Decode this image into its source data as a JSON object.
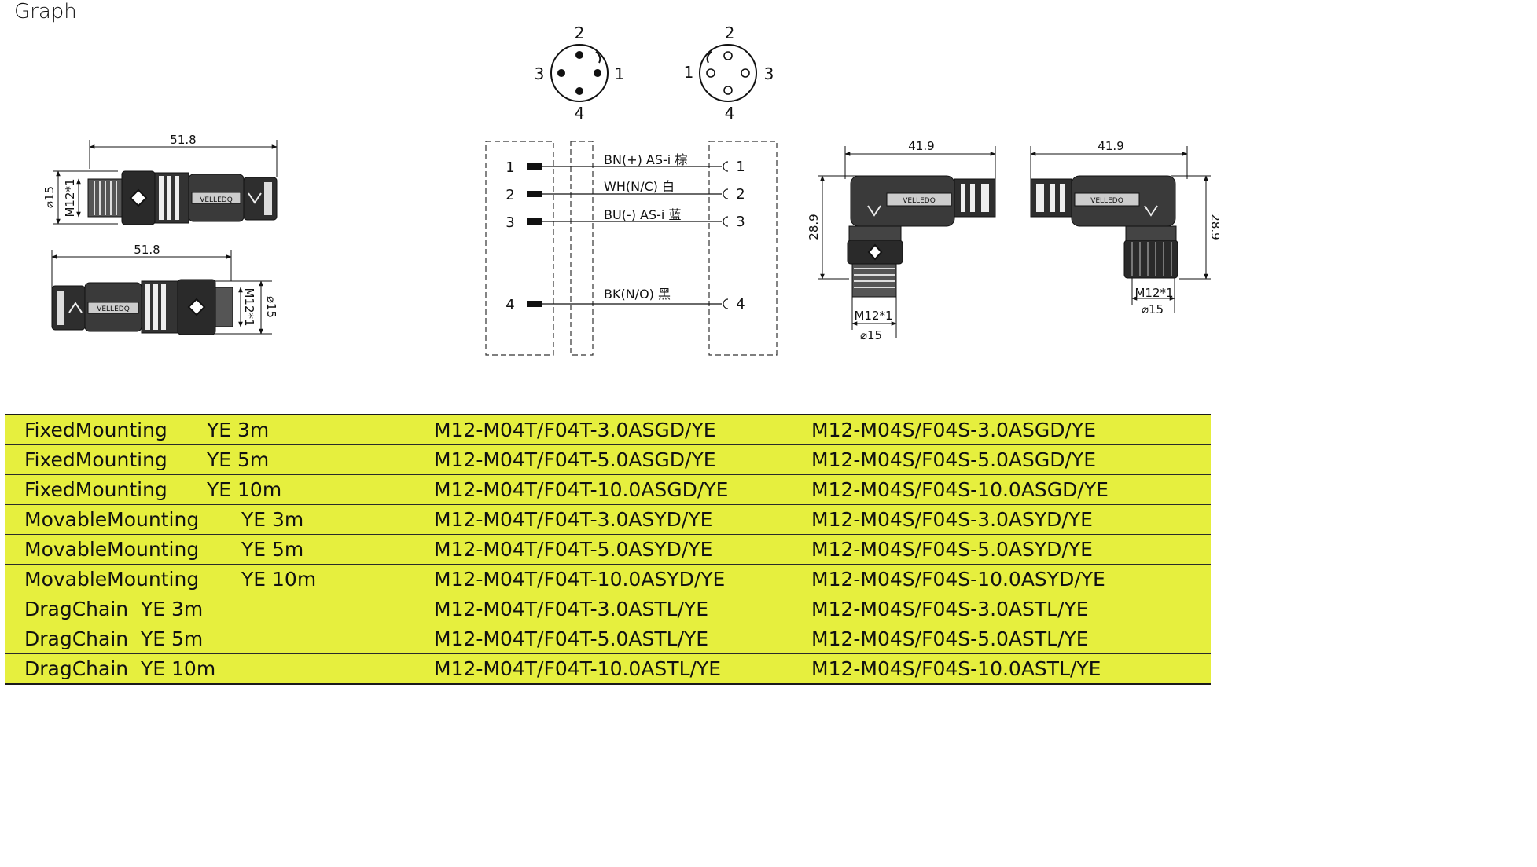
{
  "header": {
    "title": "Graph"
  },
  "pin_faces": {
    "male": {
      "pins": [
        "2",
        "3",
        "1",
        "4"
      ]
    },
    "female": {
      "pins": [
        "2",
        "1",
        "3",
        "4"
      ]
    }
  },
  "dimensions": {
    "straight_length": "51.8",
    "straight_length_2": "51.8",
    "diameter": "⌀15",
    "thread": "M12*1",
    "diameter_2": "⌀15",
    "thread_2": "M12*1",
    "angled_width": "41.9",
    "angled_width_2": "41.9",
    "angled_height": "28.9",
    "angled_height_2": "28.9",
    "angled_thread": "M12*1",
    "angled_diameter": "⌀15",
    "angled_thread_2": "M12*1",
    "angled_diameter_2": "⌀15"
  },
  "brand_mark": "VELLEDQ",
  "wiring": {
    "left_pins": [
      "1",
      "2",
      "3",
      "4"
    ],
    "right_pins": [
      "1",
      "2",
      "3",
      "4"
    ],
    "wires": [
      "BN(+) AS-i 棕",
      "WH(N/C) 白",
      "BU(-) AS-i 蓝",
      "BK(N/O) 黑"
    ]
  },
  "models": [
    {
      "mount": "FixedMounting",
      "spec": "YE 3m",
      "m_code": "M12-M04T/F04T-3.0ASGD/YE",
      "s_code": "M12-M04S/F04S-3.0ASGD/YE"
    },
    {
      "mount": "FixedMounting",
      "spec": "YE 5m",
      "m_code": "M12-M04T/F04T-5.0ASGD/YE",
      "s_code": "M12-M04S/F04S-5.0ASGD/YE"
    },
    {
      "mount": "FixedMounting",
      "spec": "YE 10m",
      "m_code": "M12-M04T/F04T-10.0ASGD/YE",
      "s_code": "M12-M04S/F04S-10.0ASGD/YE"
    },
    {
      "mount": "MovableMounting",
      "spec": "YE 3m",
      "m_code": "M12-M04T/F04T-3.0ASYD/YE",
      "s_code": "M12-M04S/F04S-3.0ASYD/YE"
    },
    {
      "mount": "MovableMounting",
      "spec": "YE 5m",
      "m_code": "M12-M04T/F04T-5.0ASYD/YE",
      "s_code": "M12-M04S/F04S-5.0ASYD/YE"
    },
    {
      "mount": "MovableMounting",
      "spec": "YE 10m",
      "m_code": "M12-M04T/F04T-10.0ASYD/YE",
      "s_code": "M12-M04S/F04S-10.0ASYD/YE"
    },
    {
      "mount": "DragChain",
      "spec": "YE 3m",
      "m_code": "M12-M04T/F04T-3.0ASTL/YE",
      "s_code": "M12-M04S/F04S-3.0ASTL/YE"
    },
    {
      "mount": "DragChain",
      "spec": "YE 5m",
      "m_code": "M12-M04T/F04T-5.0ASTL/YE",
      "s_code": "M12-M04S/F04S-5.0ASTL/YE"
    },
    {
      "mount": "DragChain",
      "spec": "YE 10m",
      "m_code": "M12-M04T/F04T-10.0ASTL/YE",
      "s_code": "M12-M04S/F04S-10.0ASTL/YE"
    }
  ],
  "colors": {
    "row_highlight": "#e6ef3e",
    "line": "#1a1a1a"
  }
}
